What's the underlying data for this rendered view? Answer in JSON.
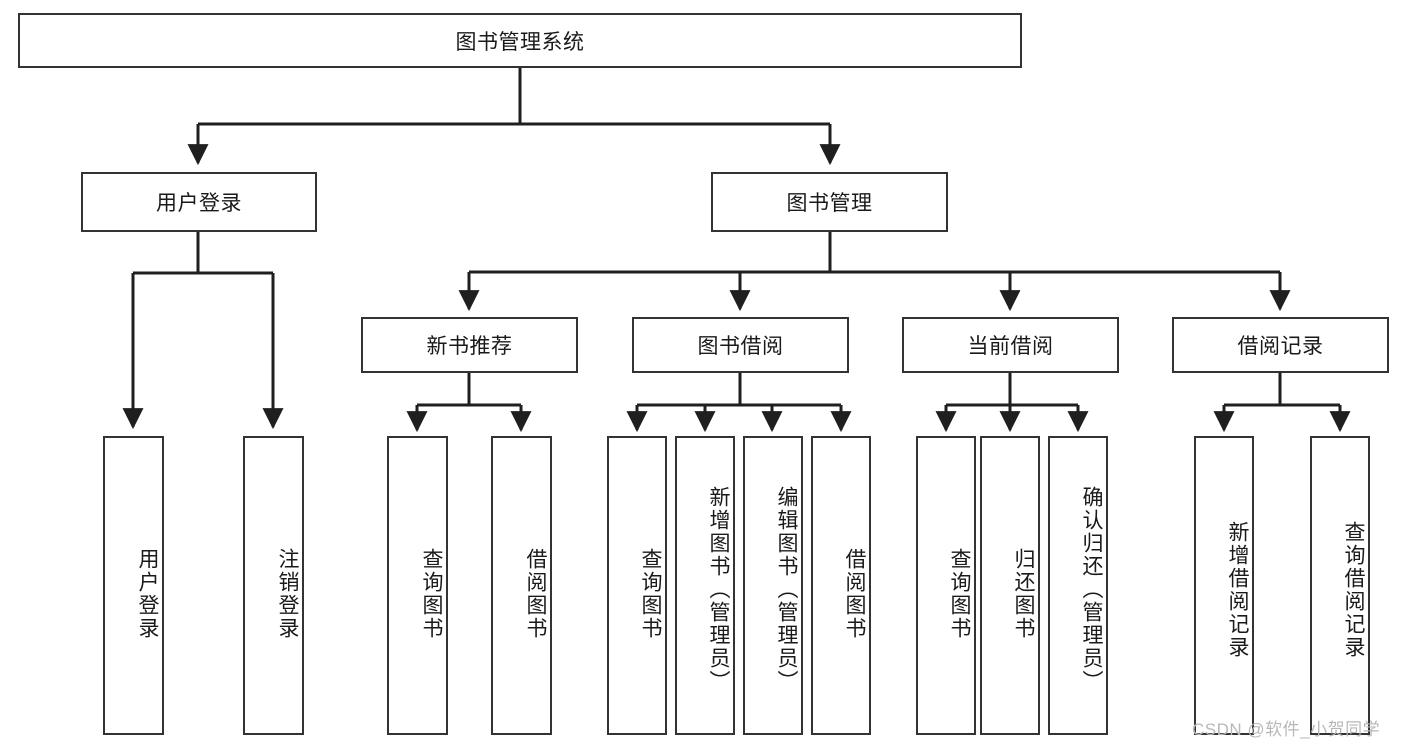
{
  "diagram": {
    "type": "hierarchy-tree",
    "title": "图书管理系统",
    "root": {
      "label": "图书管理系统"
    },
    "level2": [
      {
        "label": "用户登录"
      },
      {
        "label": "图书管理"
      }
    ],
    "level3": [
      {
        "label": "新书推荐"
      },
      {
        "label": "图书借阅"
      },
      {
        "label": "当前借阅"
      },
      {
        "label": "借阅记录"
      }
    ],
    "leaves": {
      "user_login": [
        {
          "label": "用户登录"
        },
        {
          "label": "注销登录"
        }
      ],
      "new_book_recommend": [
        {
          "label": "查询图书"
        },
        {
          "label": "借阅图书"
        }
      ],
      "book_borrow": [
        {
          "label": "查询图书"
        },
        {
          "label": "新增图书（管理员）"
        },
        {
          "label": "编辑图书（管理员）"
        },
        {
          "label": "借阅图书"
        }
      ],
      "current_borrow": [
        {
          "label": "查询图书"
        },
        {
          "label": "归还图书"
        },
        {
          "label": "确认归还（管理员）"
        }
      ],
      "borrow_record": [
        {
          "label": "新增借阅记录"
        },
        {
          "label": "查询借阅记录"
        }
      ]
    }
  },
  "watermark": {
    "text": "CSDN @软件_小贺同学"
  },
  "colors": {
    "box_border": "#333333",
    "box_fill": "#ffffff",
    "line": "#1f1f1f",
    "text": "#1a1a1a",
    "watermark": "#b8b8b8"
  }
}
